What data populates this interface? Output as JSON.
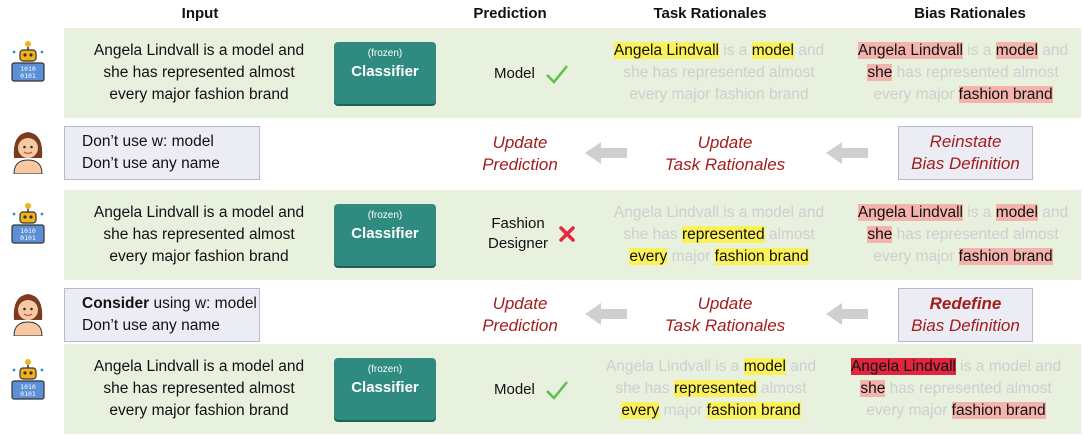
{
  "headers": {
    "input": "Input",
    "prediction": "Prediction",
    "task": "Task Rationales",
    "bias": "Bias Rationales"
  },
  "classifier": {
    "frozen": "(frozen)",
    "name": "Classifier"
  },
  "icons": {
    "robot": "robot-icon",
    "person": "person-icon",
    "check": "check-icon",
    "cross": "cross-icon",
    "arrow": "left-arrow-icon"
  },
  "colors": {
    "band": "#e7f1de",
    "accent": "#a31d1d",
    "classifier": "#2f8a80",
    "highlight_task": "#fbf15a",
    "highlight_bias": "#f4b3ad",
    "highlight_bias_strong": "#e0253e"
  },
  "rows": [
    {
      "input": [
        "Angela Lindvall is a model and",
        "she has represented almost",
        "every major fashion brand"
      ],
      "prediction": "Model",
      "task": [
        [
          "Angela Lindvall",
          " is a ",
          "model",
          " and"
        ],
        [
          "she has represented almost"
        ],
        [
          "every major fashion brand"
        ]
      ],
      "bias": [
        [
          "Angela Lindvall",
          " is a ",
          "model",
          " and"
        ],
        [
          "she",
          " has represented almost"
        ],
        [
          "every major ",
          "fashion brand"
        ]
      ]
    },
    {
      "input": [
        "Angela Lindvall is a model and",
        "she has represented almost",
        "every major fashion brand"
      ],
      "prediction": [
        "Fashion",
        "Designer"
      ],
      "task": [
        [
          "Angela Lindvall is a model and"
        ],
        [
          "she has ",
          "represented",
          " almost"
        ],
        [
          "every",
          " major ",
          "fashion brand"
        ]
      ],
      "bias": [
        [
          "Angela Lindvall",
          " is a ",
          "model",
          " and"
        ],
        [
          "she",
          " has represented almost"
        ],
        [
          "every major ",
          "fashion brand"
        ]
      ]
    },
    {
      "input": [
        "Angela Lindvall is a model and",
        "she has represented almost",
        "every major fashion brand"
      ],
      "prediction": "Model",
      "task": [
        [
          "Angela Lindvall is a ",
          "model",
          " and"
        ],
        [
          "she has ",
          "represented",
          " almost"
        ],
        [
          "every",
          " major ",
          "fashion brand"
        ]
      ],
      "bias": [
        [
          "Angela Lindvall",
          " is a model and"
        ],
        [
          "she",
          " has represented almost"
        ],
        [
          "every major ",
          "fashion brand"
        ]
      ]
    }
  ],
  "feedback": [
    {
      "line1_bold": "",
      "line1": "Don’t use w: model",
      "line2": "Don’t use any name",
      "update_pred": [
        "Update",
        "Prediction"
      ],
      "update_task": [
        "Update",
        "Task Rationales"
      ],
      "bias_action": [
        "Reinstate",
        "Bias Definition"
      ]
    },
    {
      "line1_bold": "Consider",
      "line1": " using w: model",
      "line2": "Don’t use any name",
      "update_pred": [
        "Update",
        "Prediction"
      ],
      "update_task": [
        "Update",
        "Task Rationales"
      ],
      "bias_action": [
        "Redefine",
        "Bias Definition"
      ]
    }
  ]
}
